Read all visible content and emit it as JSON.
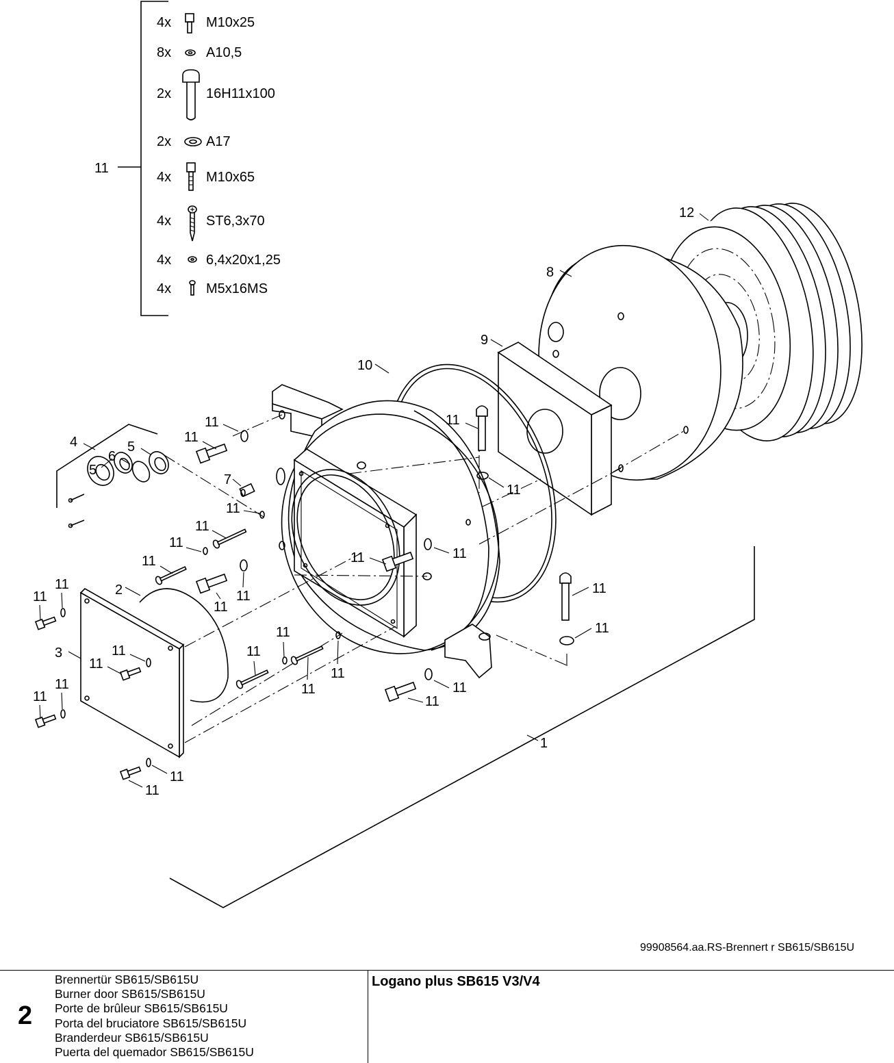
{
  "hardware_list": {
    "group_label": "11",
    "items": [
      {
        "qty": "4x",
        "spec": "M10x25",
        "icon": "hex-bolt-icon"
      },
      {
        "qty": "8x",
        "spec": "A10,5",
        "icon": "small-washer-icon"
      },
      {
        "qty": "2x",
        "spec": "16H11x100",
        "icon": "pin-icon"
      },
      {
        "qty": "2x",
        "spec": "A17",
        "icon": "large-washer-icon"
      },
      {
        "qty": "4x",
        "spec": "M10x65",
        "icon": "long-bolt-icon"
      },
      {
        "qty": "4x",
        "spec": "ST6,3x70",
        "icon": "wood-screw-icon"
      },
      {
        "qty": "4x",
        "spec": "6,4x20x1,25",
        "icon": "small-washer-icon"
      },
      {
        "qty": "4x",
        "spec": "M5x16MS",
        "icon": "small-screw-icon"
      }
    ]
  },
  "callouts": {
    "c1": "1",
    "c2": "2",
    "c3": "3",
    "c4": "4",
    "c5a": "5",
    "c5b": "5",
    "c6": "6",
    "c7": "7",
    "c8": "8",
    "c9": "9",
    "c10": "10",
    "c11": "11",
    "c12": "12"
  },
  "drawing_reference": "99908564.aa.RS-Brennert  r SB615/SB615U",
  "footer": {
    "page_number": "2",
    "titles": [
      "Brennertür SB615/SB615U",
      "Burner door SB615/SB615U",
      "Porte de brûleur SB615/SB615U",
      "Porta del bruciatore SB615/SB615U",
      "Branderdeur SB615/SB615U",
      "Puerta del quemador SB615/SB615U"
    ],
    "model": "Logano plus SB615 V3/V4"
  }
}
